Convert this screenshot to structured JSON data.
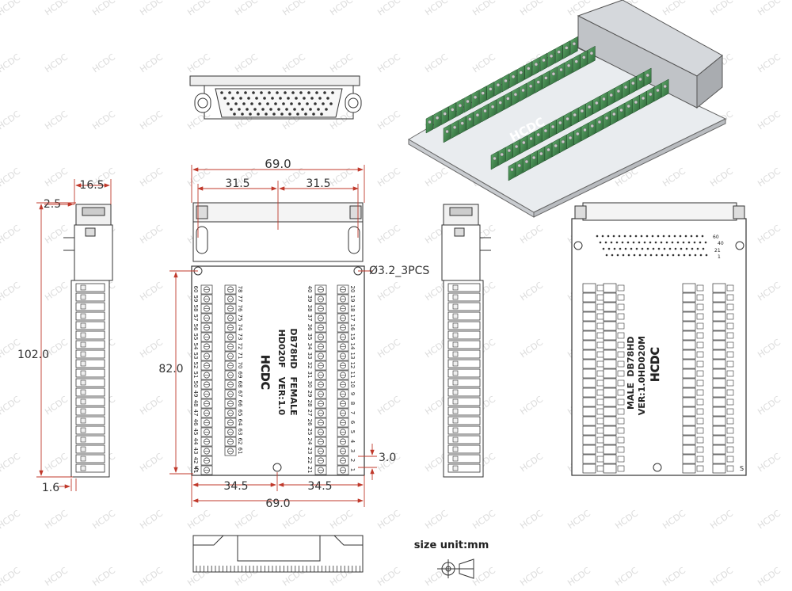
{
  "watermark": "HCDC",
  "dimensions": {
    "front_width_top": "69.0",
    "front_width_bottom": "69.0",
    "half_left_top": "31.5",
    "half_right_top": "31.5",
    "half_left_bottom": "34.5",
    "half_right_bottom": "34.5",
    "height_total": "102.0",
    "height_holes": "82.0",
    "side_width": "16.5",
    "side_offset": "2.5",
    "side_bottom": "1.6",
    "hole_spec": "Ø3.2_3PCS",
    "hole_margin": "3.0"
  },
  "female_board": {
    "model": "HD020F",
    "version": "VER:1.0",
    "connector": "DB78HD",
    "gender": "FEMALE",
    "left_col_a": [
      "41",
      "42",
      "43",
      "44",
      "45",
      "46",
      "47",
      "48",
      "49",
      "50",
      "51",
      "52",
      "53",
      "54",
      "55",
      "56",
      "57",
      "58",
      "59",
      "60"
    ],
    "left_col_b": [
      "61",
      "62",
      "63",
      "64",
      "65",
      "66",
      "67",
      "68",
      "69",
      "70",
      "71",
      "72",
      "73",
      "74",
      "75",
      "76",
      "77",
      "78"
    ],
    "right_col_a": [
      "21",
      "22",
      "23",
      "24",
      "25",
      "26",
      "27",
      "28",
      "29",
      "30",
      "31",
      "32",
      "33",
      "34",
      "35",
      "36",
      "37",
      "38",
      "39",
      "40"
    ],
    "right_col_b": [
      "1",
      "2",
      "3",
      "4",
      "5",
      "6",
      "7",
      "8",
      "9",
      "10",
      "11",
      "12",
      "13",
      "14",
      "15",
      "16",
      "17",
      "18",
      "19",
      "20"
    ],
    "shield_label": "S"
  },
  "male_board": {
    "model": "HD020M",
    "version": "VER:1.0",
    "connector": "DB78HD",
    "gender": "MALE",
    "pin_marks": [
      "60",
      "40",
      "21",
      "1"
    ],
    "shield_label": "S"
  },
  "logo": "HCDC",
  "legend": {
    "unit_label": "size unit:mm"
  }
}
